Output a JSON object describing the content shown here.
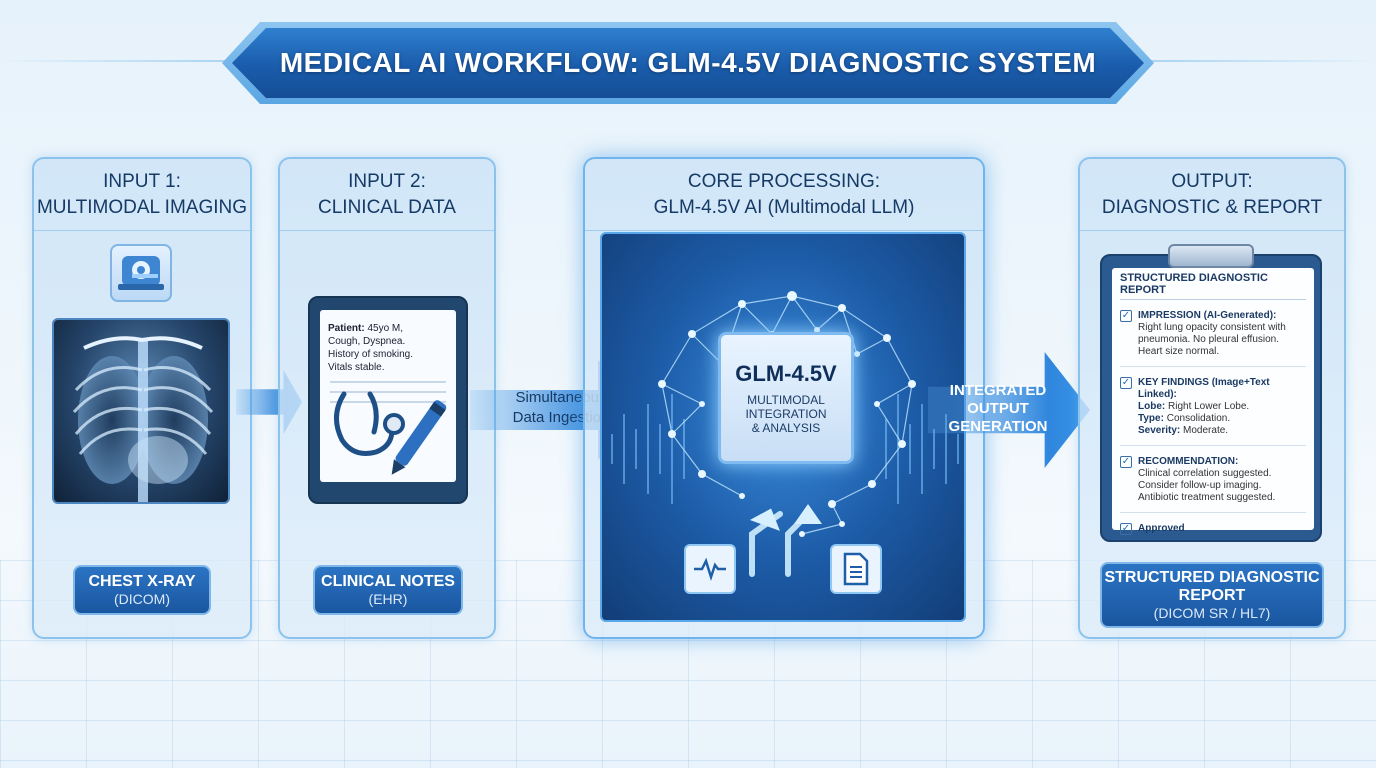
{
  "title": "MEDICAL AI WORKFLOW: GLM-4.5V DIAGNOSTIC SYSTEM",
  "panels": {
    "input1": {
      "line1": "INPUT 1:",
      "line2": "MULTIMODAL IMAGING",
      "icon": "mri-scanner-icon",
      "footer_line1": "CHEST X-RAY",
      "footer_line2": "(DICOM)"
    },
    "input2": {
      "line1": "INPUT 2:",
      "line2": "CLINICAL DATA",
      "notes": {
        "patient_label": "Patient:",
        "patient_text": "45yo M,",
        "line2": "Cough, Dyspnea.",
        "line3": "History of smoking.",
        "line4": "Vitals stable."
      },
      "icon": "stethoscope-pen-icon",
      "footer_line1": "CLINICAL NOTES",
      "footer_line2": "(EHR)"
    },
    "core": {
      "line1": "CORE PROCESSING:",
      "line2": "GLM-4.5V AI (Multimodal LLM)",
      "chip_title": "GLM-4.5V",
      "chip_line1": "MULTIMODAL",
      "chip_line2": "INTEGRATION",
      "chip_line3": "& ANALYSIS",
      "left_icon": "heartbeat-icon",
      "right_icon": "document-icon"
    },
    "output": {
      "line1": "OUTPUT:",
      "line2": "DIAGNOSTIC & REPORT",
      "report": {
        "title": "STRUCTURED DIAGNOSTIC REPORT",
        "impression_head": "IMPRESSION (AI-Generated):",
        "impression_l1": "Right lung opacity consistent with",
        "impression_l2": "pneumonia. No pleural effusion.",
        "impression_l3": "Heart size normal.",
        "findings_head": "KEY FINDINGS (Image+Text Linked):",
        "lobe_label": "Lobe:",
        "lobe_value": "Right Lower Lobe.",
        "type_label": "Type:",
        "type_value": "Consolidation.",
        "severity_label": "Severity:",
        "severity_value": "Moderate.",
        "rec_head": "RECOMMENDATION:",
        "rec_l1": "Clinical correlation suggested.",
        "rec_l2": "Consider follow-up imaging.",
        "rec_l3": "Antibiotic treatment suggested.",
        "approved": "Approved"
      },
      "footer_line1": "STRUCTURED DIAGNOSTIC",
      "footer_line2": "REPORT",
      "footer_line3": "(DICOM SR / HL7)"
    }
  },
  "arrows": {
    "ingest_l1": "Simultaneous",
    "ingest_l2": "Data Ingestion",
    "output_l1": "INTEGRATED",
    "output_l2": "OUTPUT",
    "output_l3": "GENERATION"
  },
  "colors": {
    "accent": "#1a5cab",
    "panel_border": "#8cc3ec",
    "title_text": "#163a66"
  }
}
